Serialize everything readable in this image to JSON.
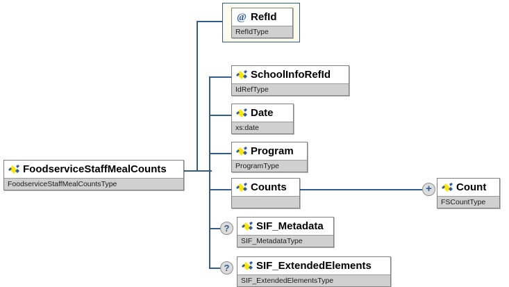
{
  "diagram": {
    "kind": "xml-schema-tree",
    "background": "#ffffff",
    "line_color": "#2e5d8e",
    "node_border_color": "#808080",
    "type_row_color": "#d0d0d0",
    "attribute_frame_fill": "#fcfcee",
    "attribute_frame_border": "#2e5d8e",
    "marker_fill": "#dcdcdc",
    "marker_text_color": "#2e5d8e",
    "icons": {
      "element": "element-icon",
      "attribute": "at-icon",
      "optional": "question-marker-icon",
      "expand": "plus-marker-icon"
    }
  },
  "root": {
    "name": "FoodserviceStaffMealCounts",
    "type": "FoodserviceStaffMealCountsType",
    "icon": "element-icon"
  },
  "attribute_node": {
    "name": "RefId",
    "type": "RefIdType",
    "icon": "at-icon"
  },
  "children": [
    {
      "name": "SchoolInfoRefId",
      "type": "IdRefType",
      "icon": "element-icon",
      "optional": false
    },
    {
      "name": "Date",
      "type": "xs:date",
      "icon": "element-icon",
      "optional": false
    },
    {
      "name": "Program",
      "type": "ProgramType",
      "icon": "element-icon",
      "optional": false
    },
    {
      "name": "Counts",
      "type": "",
      "icon": "element-icon",
      "optional": false
    },
    {
      "name": "SIF_Metadata",
      "type": "SIF_MetadataType",
      "icon": "element-icon",
      "optional": true,
      "marker": "?"
    },
    {
      "name": "SIF_ExtendedElements",
      "type": "SIF_ExtendedElementsType",
      "icon": "element-icon",
      "optional": true,
      "marker": "?"
    }
  ],
  "grandchild": {
    "name": "Count",
    "type": "FSCountType",
    "icon": "element-icon",
    "parent": "Counts",
    "marker": "+"
  }
}
